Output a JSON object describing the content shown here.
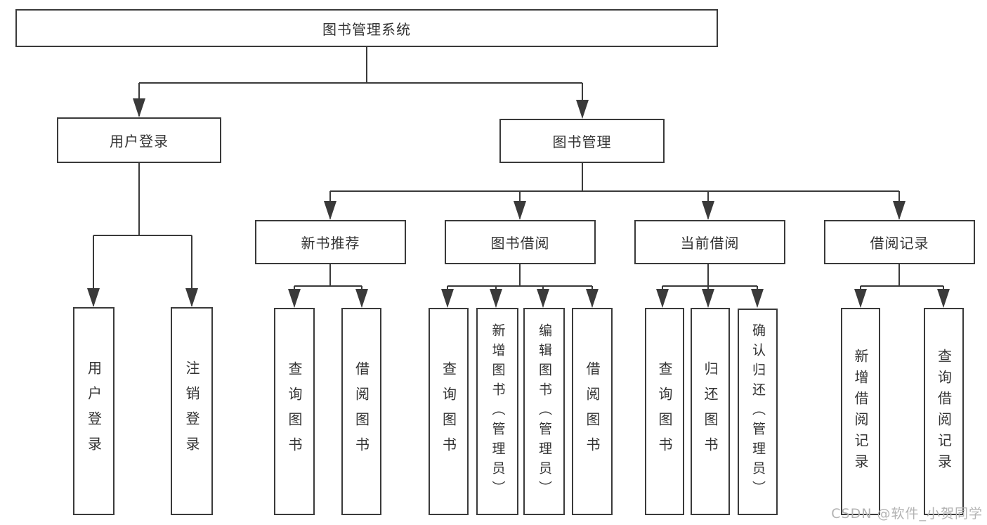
{
  "diagram": {
    "root": {
      "label": "图书管理系统"
    },
    "login": {
      "label": "用户登录",
      "children": [
        {
          "label": "用户登录"
        },
        {
          "label": "注销登录"
        }
      ]
    },
    "management": {
      "label": "图书管理",
      "sections": [
        {
          "label": "新书推荐",
          "children": [
            {
              "label": "查询图书"
            },
            {
              "label": "借阅图书"
            }
          ]
        },
        {
          "label": "图书借阅",
          "children": [
            {
              "label": "查询图书"
            },
            {
              "label": "新增图书（管理员）"
            },
            {
              "label": "编辑图书（管理员）"
            },
            {
              "label": "借阅图书"
            }
          ]
        },
        {
          "label": "当前借阅",
          "children": [
            {
              "label": "查询图书"
            },
            {
              "label": "归还图书"
            },
            {
              "label": "确认归还（管理员）"
            }
          ]
        },
        {
          "label": "借阅记录",
          "children": [
            {
              "label": "新增借阅记录"
            },
            {
              "label": "查询借阅记录"
            }
          ]
        }
      ]
    }
  },
  "watermark": {
    "text": "CSDN @软件_小贺同学"
  },
  "colors": {
    "line": "#3a3a3a",
    "box_border": "#3a3a3a",
    "text": "#333333",
    "watermark": "#b3b3b3",
    "background": "#ffffff"
  }
}
